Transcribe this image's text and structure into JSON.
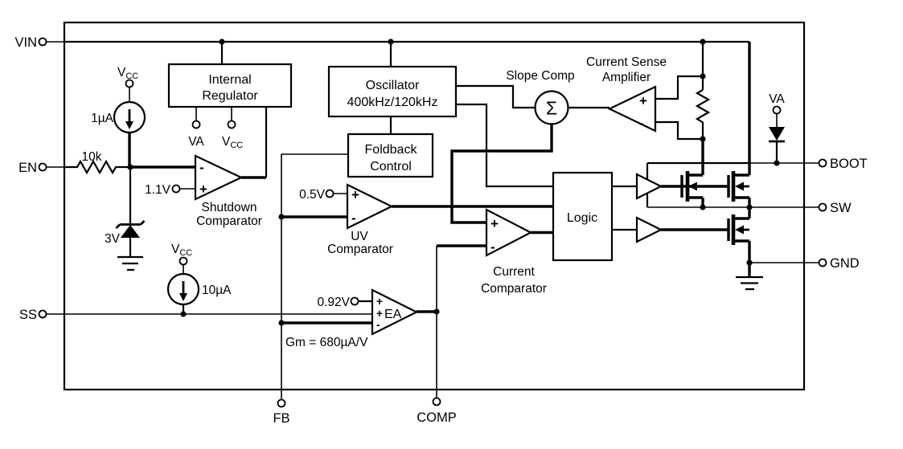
{
  "pins": {
    "vin": "VIN",
    "en": "EN",
    "ss": "SS",
    "fb": "FB",
    "comp": "COMP",
    "boot": "BOOT",
    "sw": "SW",
    "gnd": "GND"
  },
  "blocks": {
    "regulator": {
      "line1": "Internal",
      "line2": "Regulator"
    },
    "oscillator": {
      "line1": "Oscillator",
      "line2": "400kHz/120kHz"
    },
    "foldback": {
      "line1": "Foldback",
      "line2": "Control"
    },
    "logic": {
      "label": "Logic"
    }
  },
  "amplifiers": {
    "shutdown": {
      "line1": "Shutdown",
      "line2": "Comparator"
    },
    "uv": {
      "line1": "UV",
      "line2": "Comparator"
    },
    "current": {
      "line1": "Current",
      "line2": "Comparator"
    },
    "sense": {
      "line1": "Current Sense",
      "line2": "Amplifier"
    },
    "ea": {
      "label": "EA",
      "gm": "Gm = 680µA/V"
    },
    "slope": {
      "label": "Slope Comp",
      "sigma": "Σ"
    }
  },
  "values": {
    "source_1ua": "1µA",
    "source_10ua": "10µA",
    "resistor_en": "10k",
    "ref_shutdown": "1.1V",
    "zener": "3V",
    "ref_uv": "0.5V",
    "ref_ea": "0.92V"
  },
  "rails": {
    "v": "V",
    "cc": "CC",
    "va": "VA"
  },
  "signs": {
    "plus": "+",
    "minus": "-"
  }
}
